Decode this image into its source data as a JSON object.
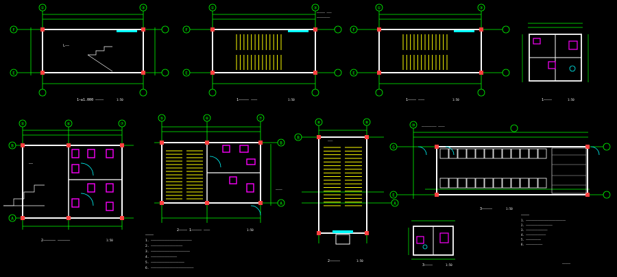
{
  "drawing": {
    "background": "#000000",
    "colors": {
      "dimension": "#00ff00",
      "axis": "#00ff00",
      "wall": "#ffffff",
      "column": "#ff4040",
      "stair": "#ffff00",
      "fixture": "#ff00ff",
      "door": "#00ffff",
      "note": "#ffffff",
      "hatch": "#c0c0c0"
    }
  },
  "sheets": [
    {
      "id": "plan-1",
      "title": "1—±1.000 ————",
      "scale": "1:50",
      "axes_top": [
        "①",
        "③"
      ],
      "axes_side": [
        "F",
        "E"
      ]
    },
    {
      "id": "plan-2",
      "title": "1————— ———",
      "scale": "1:50",
      "axes_top": [
        "①",
        "③"
      ],
      "axes_side": [
        "F",
        "E"
      ]
    },
    {
      "id": "plan-3",
      "title": "1———— ———",
      "scale": "1:50",
      "axes_top": [
        "①",
        "③"
      ],
      "axes_side": [
        "F",
        "E"
      ]
    },
    {
      "id": "plan-4",
      "title": "1————",
      "scale": "1:50",
      "axes_top": [],
      "axes_side": []
    },
    {
      "id": "plan-5",
      "title": "2—————— ——————",
      "scale": "1:50",
      "axes_top": [
        "⑤",
        "⑥",
        "⑦"
      ],
      "axes_side": [
        "B",
        "A"
      ]
    },
    {
      "id": "plan-6",
      "title": "2———— 1————— ———",
      "scale": "1:50",
      "axes_top": [
        "⑤",
        "⑥",
        "⑦"
      ],
      "axes_side": [
        "B",
        "A"
      ]
    },
    {
      "id": "plan-7",
      "title": "2—————",
      "scale": "1:50",
      "axes_top": [
        "⑧",
        "⑨"
      ],
      "axes_side": [
        "B",
        "A"
      ]
    },
    {
      "id": "plan-8",
      "title": "3—————",
      "scale": "1:50",
      "axes_top": [
        "⑩"
      ],
      "axes_side": [
        "G",
        "E"
      ]
    },
    {
      "id": "plan-9",
      "title": "3————",
      "scale": "1:50",
      "axes_top": [],
      "axes_side": []
    }
  ],
  "notes_left": {
    "heading": "————",
    "lines": [
      "1. ——————————————————————",
      "2. —————————————————",
      "3. —————————————————————",
      "4. ——————————————",
      "5. ——————————————————",
      "6. ———————————————————————"
    ]
  },
  "notes_right": {
    "heading": "————",
    "lines": [
      "1. ————————————————————————",
      "2. ————————————————",
      "3. —————————————",
      "4. ————————————",
      "5. —————————",
      "6. ——————————"
    ]
  },
  "plan_texts": {
    "room_label_1": "L——",
    "room_label_2": "——",
    "room_label_3": "———",
    "stamp_top": "————— ———",
    "stamp_top_2": "————————",
    "long_header": "————————— ————",
    "side_tag": "————",
    "footer_stamp": "—————"
  }
}
